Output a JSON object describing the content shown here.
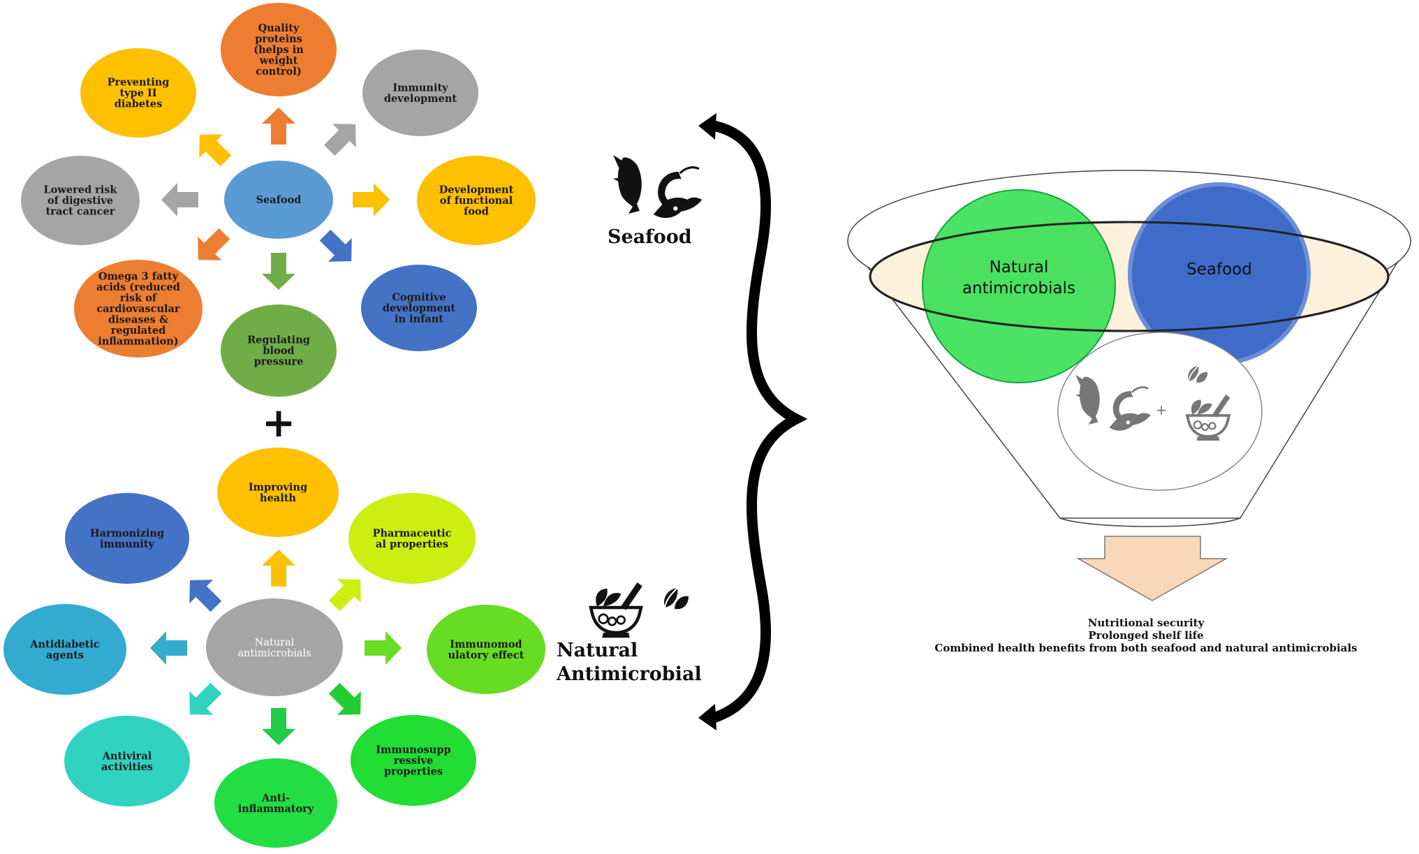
{
  "colors": {
    "orange": "#ED7D31",
    "gray": "#A5A5A5",
    "yellow": "#FFC000",
    "blue": "#5B9BD5",
    "navy": "#4472C4",
    "green": "#70AD47",
    "lime": "#CCEE11",
    "bright_green": "#66DD22",
    "teal": "#2FD3C0",
    "cyan": "#33AAD0",
    "natural_green": "#22DD44",
    "seafood_blue": "#3F6CC8",
    "funnel_rim": "#FDF1DC",
    "output_arrow": "#F8D8B8"
  },
  "seafood_cluster": {
    "center": "Seafood",
    "benefits": {
      "quality_proteins": [
        "Quality",
        "proteins",
        "(helps in",
        "weight",
        "control)"
      ],
      "immunity_development": [
        "Immunity",
        "development"
      ],
      "functional_food": [
        "Development",
        "of functional",
        "food"
      ],
      "cognitive_development": [
        "Cognitive",
        "development",
        "in infant"
      ],
      "blood_pressure": [
        "Regulating",
        "blood",
        "pressure"
      ],
      "omega3": [
        "Omega 3 fatty",
        "acids (reduced",
        "risk of",
        "cardiovascular",
        "diseases &",
        "regulated",
        "inflammation)"
      ],
      "digestive_cancer": [
        "Lowered risk",
        "of digestive",
        "tract cancer"
      ],
      "type2_diabetes": [
        "Preventing",
        "type II",
        "diabetes"
      ]
    }
  },
  "plus_sign": "+",
  "antimicrobial_cluster": {
    "center": [
      "Natural",
      "antimicrobials"
    ],
    "benefits": {
      "improving_health": [
        "Improving",
        "health"
      ],
      "pharmaceutical": [
        "Pharmaceutic",
        "al properties"
      ],
      "immunomodulatory": [
        "Immunomod",
        "ulatory effect"
      ],
      "immunosuppressive": [
        "Immunosupp",
        "ressive",
        "properties"
      ],
      "anti_inflammatory": [
        "Anti-",
        "inflammatory"
      ],
      "antiviral": [
        "Antiviral",
        "activities"
      ],
      "antidiabetic": [
        "Antidiabetic",
        "agents"
      ],
      "harmonizing_immunity": [
        "Harmonizing",
        "immunity"
      ]
    }
  },
  "labels": {
    "seafood": "Seafood",
    "natural_antimicrobial": [
      "Natural",
      "Antimicrobial"
    ]
  },
  "funnel": {
    "natural_circle": [
      "Natural",
      "antimicrobials"
    ],
    "seafood_circle": "Seafood",
    "mixing_plus": "+"
  },
  "outcomes": [
    "Nutritional security",
    "Prolonged shelf life",
    "Combined health benefits from both seafood and natural antimicrobials"
  ]
}
